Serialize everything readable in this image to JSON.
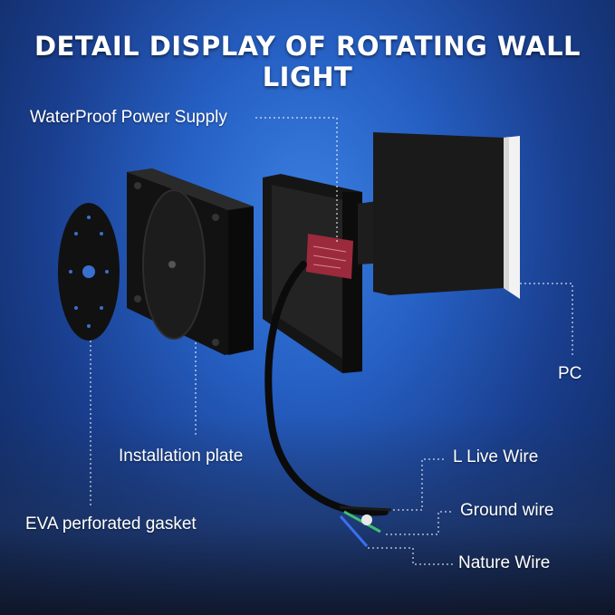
{
  "title": "DETAIL DISPLAY OF ROTATING WALL LIGHT",
  "labels": {
    "power_supply": "WaterProof Power Supply",
    "pc": "PC",
    "installation_plate": "Installation plate",
    "gasket": "EVA perforated gasket",
    "live_wire": "L Live Wire",
    "ground_wire": "Ground wire",
    "nature_wire": "Nature Wire"
  },
  "colors": {
    "background": "#2660c4",
    "product": "#1b1b1b",
    "power_supply_label": "#9b2a3c",
    "lens": "#f2f2f2"
  }
}
